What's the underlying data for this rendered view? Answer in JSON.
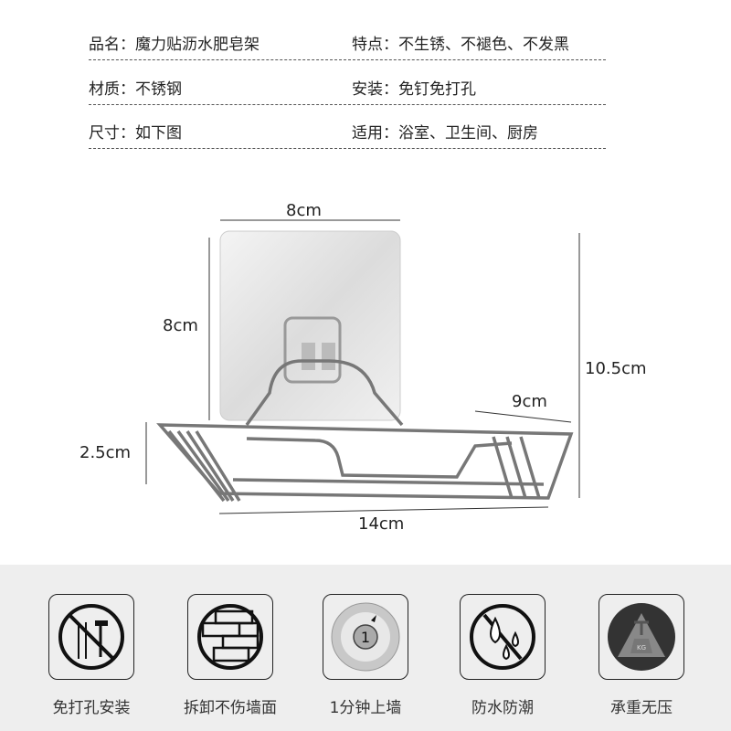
{
  "specs": [
    {
      "left_key": "品名：",
      "left_val": "魔力贴沥水肥皂架",
      "right_key": "特点：",
      "right_val": "不生锈、不褪色、不发黑"
    },
    {
      "left_key": "材质：",
      "left_val": "不锈钢",
      "right_key": "安装：",
      "right_val": "免钉免打孔"
    },
    {
      "left_key": "尺寸：",
      "left_val": "如下图",
      "right_key": "适用：",
      "right_val": "浴室、卫生间、厨房"
    }
  ],
  "dimensions": {
    "plate_width": "8cm",
    "plate_height": "8cm",
    "total_height": "10.5cm",
    "depth": "9cm",
    "basket_height": "2.5cm",
    "total_width": "14cm"
  },
  "features": [
    {
      "label": "免打孔安装",
      "icon": "no-drill-icon"
    },
    {
      "label": "拆卸不伤墙面",
      "icon": "brick-wall-icon"
    },
    {
      "label": "1分钟上墙",
      "icon": "timer-dial-icon",
      "dial_number": "1"
    },
    {
      "label": "防水防潮",
      "icon": "no-water-icon"
    },
    {
      "label": "承重无压",
      "icon": "weight-load-icon",
      "weight_text": "KG"
    }
  ],
  "colors": {
    "band": "#eeeeee",
    "text": "#222222"
  }
}
